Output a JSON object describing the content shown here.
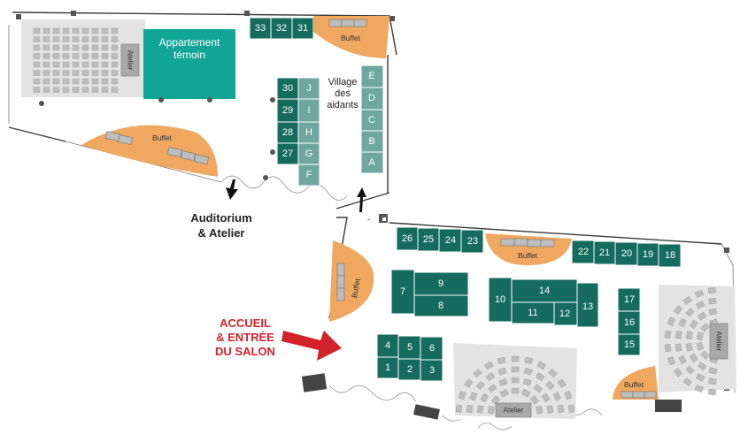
{
  "labels": {
    "showroom_line1": "Appartement",
    "showroom_line2": "témoin",
    "village_line1": "Village",
    "village_line2": "des",
    "village_line3": "aidants",
    "auditorium_line1": "Auditorium",
    "auditorium_line2": "& Atelier",
    "entry_line1": "ACCUEIL",
    "entry_line2": "& ENTRÉE",
    "entry_line3": "DU SALON",
    "atelier": "Atelier",
    "buffet": "Buffet"
  },
  "stands": {
    "s1": "1",
    "s2": "2",
    "s3": "3",
    "s4": "4",
    "s5": "5",
    "s6": "6",
    "s7": "7",
    "s8": "8",
    "s9": "9",
    "s10": "10",
    "s11": "11",
    "s12": "12",
    "s13": "13",
    "s14": "14",
    "s15": "15",
    "s16": "16",
    "s17": "17",
    "s18": "18",
    "s19": "19",
    "s20": "20",
    "s21": "21",
    "s22": "22",
    "s23": "23",
    "s24": "24",
    "s25": "25",
    "s26": "26",
    "s27": "27",
    "s28": "28",
    "s29": "29",
    "s30": "30",
    "s31": "31",
    "s32": "32",
    "s33": "33",
    "sA": "A",
    "sB": "B",
    "sC": "C",
    "sD": "D",
    "sE": "E",
    "sF": "F",
    "sG": "G",
    "sH": "H",
    "sI": "I",
    "sJ": "J"
  },
  "colors": {
    "stand_dark": "#146b5e",
    "stand_light": "#6fa79f",
    "showroom": "#12a596",
    "buffet": "#f0a860",
    "entry_arrow": "#d2232a",
    "seating_area": "#e3e3e3"
  }
}
